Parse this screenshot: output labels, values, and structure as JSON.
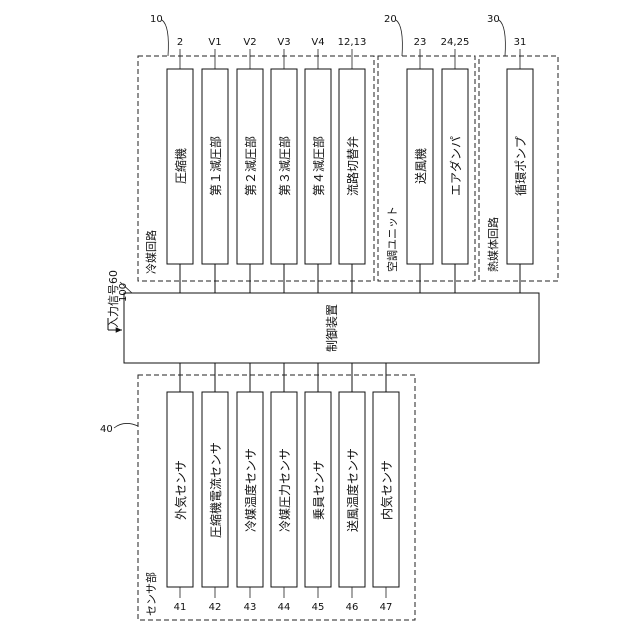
{
  "refrigerant_circuit": {
    "ref": "10",
    "label": "冷媒回路",
    "components": [
      {
        "ref": "2",
        "label": "圧縮機"
      },
      {
        "ref": "V1",
        "label": "第１減圧部"
      },
      {
        "ref": "V2",
        "label": "第２減圧部"
      },
      {
        "ref": "V3",
        "label": "第３減圧部"
      },
      {
        "ref": "V4",
        "label": "第４減圧部"
      },
      {
        "ref": "12,13",
        "label": "流路切替弁"
      }
    ]
  },
  "air_conditioning_unit": {
    "ref": "20",
    "label": "空調ユニット",
    "components": [
      {
        "ref": "23",
        "label": "送風機"
      },
      {
        "ref": "24,25",
        "label": "エアダンパ"
      }
    ]
  },
  "heat_medium_circuit": {
    "ref": "30",
    "label": "熱媒体回路",
    "components": [
      {
        "ref": "31",
        "label": "循環ポンプ"
      }
    ]
  },
  "controller": {
    "ref": "100",
    "label": "制御装置"
  },
  "input_signal": {
    "label": "入力信号60"
  },
  "sensor_section": {
    "ref": "40",
    "label": "センサ部",
    "sensors": [
      {
        "ref": "41",
        "label": "外気センサ"
      },
      {
        "ref": "42",
        "label": "圧縮機電流センサ"
      },
      {
        "ref": "43",
        "label": "冷媒温度センサ"
      },
      {
        "ref": "44",
        "label": "冷媒圧力センサ"
      },
      {
        "ref": "45",
        "label": "乗員センサ"
      },
      {
        "ref": "46",
        "label": "送風温度センサ"
      },
      {
        "ref": "47",
        "label": "内気センサ"
      }
    ]
  }
}
